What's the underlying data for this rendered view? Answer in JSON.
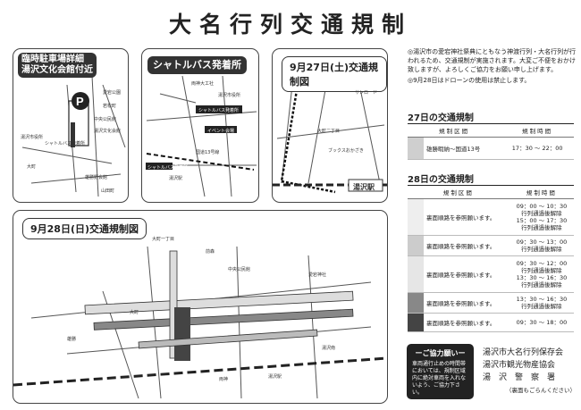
{
  "title": "大名行列交通規制",
  "panels": {
    "parking": {
      "badge": "臨時駐車場詳細",
      "sub": "湯沢文化会館付近",
      "labels": [
        "愛宕公園",
        "若松町",
        "中央公民館",
        "湯沢文化会館",
        "シャトルバス発着所",
        "湯沢市役所",
        "大町",
        "雄勝野会館",
        "山田町"
      ]
    },
    "shuttle": {
      "badge": "シャトルバス発着所",
      "labels": [
        "両神大工社",
        "湯沢市役所",
        "シャトルバス発着所",
        "イベント会場",
        "国道13号線",
        "湯沢駅",
        "シャトルバス発着所"
      ]
    },
    "sep27": {
      "badge": "9月27日(土)交通規制図",
      "labels": [
        "サンロード",
        "大町二丁目",
        "ブックスおかざき",
        "湯沢駅"
      ]
    },
    "sep28": {
      "badge": "9月28日(日)交通規制図",
      "labels": [
        "大町一丁目",
        "前森",
        "中央公民館",
        "大町",
        "湯沢駅",
        "愛宕神社",
        "湯沢南",
        "両神",
        "雄勝"
      ]
    }
  },
  "notes": [
    "◎湯沢市の愛宕神社祭典にともなう神渡行列・大名行列が行われるため、交通規制が実施されます。大変ご不便をおかけ致しますが、よろしくご協力をお願い申し上げます。",
    "◎9月28日はドローンの使用は禁止します。"
  ],
  "table27": {
    "heading": "27日の交通規制",
    "headers": [
      "規制区間",
      "規制時間"
    ],
    "rows": [
      {
        "section": "雄勝暇納～国道13号",
        "time": "17：30 ～ 22：00"
      }
    ]
  },
  "table28": {
    "heading": "28日の交通規制",
    "headers": [
      "規制区間",
      "規制時間"
    ],
    "rows": [
      {
        "section": "裏面順路を参照願います。",
        "times": [
          "09：00 ～ 10：30",
          "行列通過後解除",
          "15：00 ～ 17：30",
          "行列通過後解除"
        ]
      },
      {
        "section": "裏面順路を参照願います。",
        "times": [
          "09：30 ～ 13：00",
          "行列通過後解除"
        ]
      },
      {
        "section": "裏面順路を参照願います。",
        "times": [
          "09：30 ～ 12：00",
          "行列通過後解除",
          "13：30 ～ 16：30",
          "行列通過後解除"
        ]
      },
      {
        "section": "裏面順路を参照願います。",
        "times": [
          "13：30 ～ 16：30",
          "行列通過後解除"
        ]
      },
      {
        "section": "裏面順路を参照願います。",
        "times": [
          "09：30 ～ 18：00"
        ]
      }
    ]
  },
  "coop": {
    "title": "ーご協力願いー",
    "body": "車両通行止めの時間帯においては、規制区域内に絶対車両を入れないよう、ご協力下さい。"
  },
  "orgs": {
    "lines": [
      "湯沢市大名行列保存会",
      "湯沢市観光物産協会",
      "湯　沢　警　察　署"
    ],
    "note": "（裏面もごらんください）"
  },
  "colors": {
    "ink": "#222222",
    "road": "#555555",
    "shade": "#888888",
    "light": "#dddddd"
  }
}
